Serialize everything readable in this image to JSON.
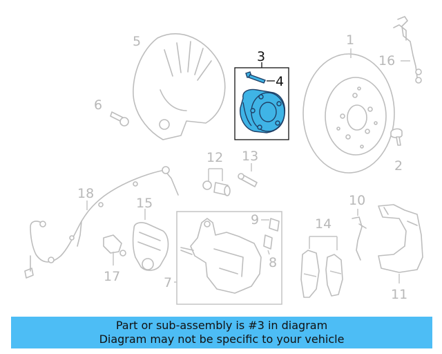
{
  "callouts": [
    "1",
    "2",
    "3",
    "4",
    "5",
    "6",
    "7",
    "8",
    "9",
    "10",
    "11",
    "12",
    "13",
    "14",
    "15",
    "16",
    "17",
    "18"
  ],
  "highlighted_part": "3",
  "banner": {
    "line1": "Part or sub-assembly is #3 in diagram",
    "line2": "Diagram may not be specific to your vehicle"
  },
  "colors": {
    "banner": "#4dbdf5",
    "highlight": "#3fb4e6",
    "outline": "#bdbdbd"
  }
}
